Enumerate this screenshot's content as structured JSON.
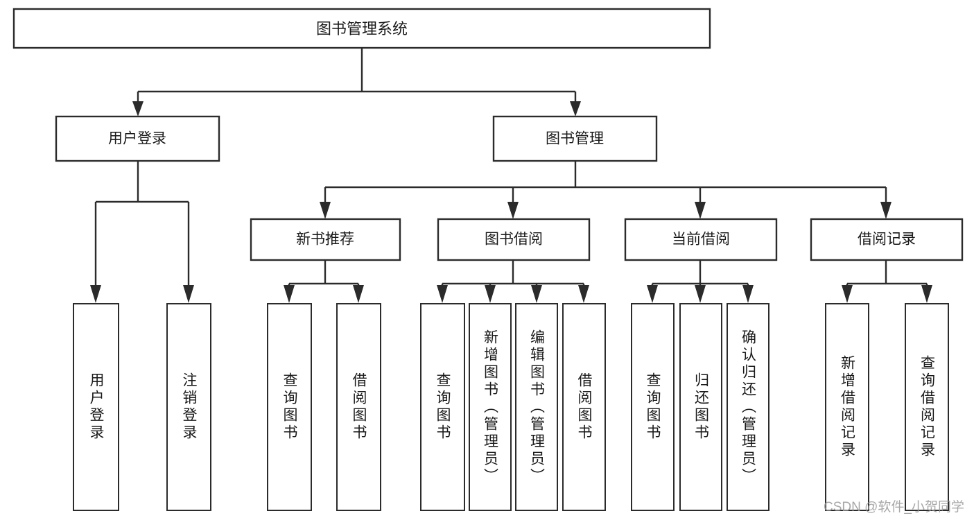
{
  "diagram": {
    "title": "图书管理系统",
    "type": "tree-hierarchy",
    "orientation": "top-down",
    "colors": {
      "stroke": "#2b2b2b",
      "fill": "#ffffff",
      "text": "#1a1a1a",
      "watermark": "#9a9a9a"
    }
  },
  "watermark": {
    "text": "CSDN @软件_小贺同学"
  },
  "nodes": {
    "root": {
      "label": "图书管理系统"
    },
    "level2": [
      {
        "label": "用户登录"
      },
      {
        "label": "图书管理"
      }
    ],
    "level3": [
      {
        "label": "新书推荐"
      },
      {
        "label": "图书借阅"
      },
      {
        "label": "当前借阅"
      },
      {
        "label": "借阅记录"
      }
    ],
    "leaves": {
      "user_login": [
        {
          "label": "用户登录"
        },
        {
          "label": "注销登录"
        }
      ],
      "new_book": [
        {
          "label": "查询图书"
        },
        {
          "label": "借阅图书"
        }
      ],
      "book_borrow": [
        {
          "label": "查询图书"
        },
        {
          "label": "新增图书（管理员）"
        },
        {
          "label": "编辑图书（管理员）"
        },
        {
          "label": "借阅图书"
        }
      ],
      "current_borrow": [
        {
          "label": "查询图书"
        },
        {
          "label": "归还图书"
        },
        {
          "label": "确认归还（管理员）"
        }
      ],
      "borrow_record": [
        {
          "label": "新增借阅记录"
        },
        {
          "label": "查询借阅记录"
        }
      ]
    }
  }
}
